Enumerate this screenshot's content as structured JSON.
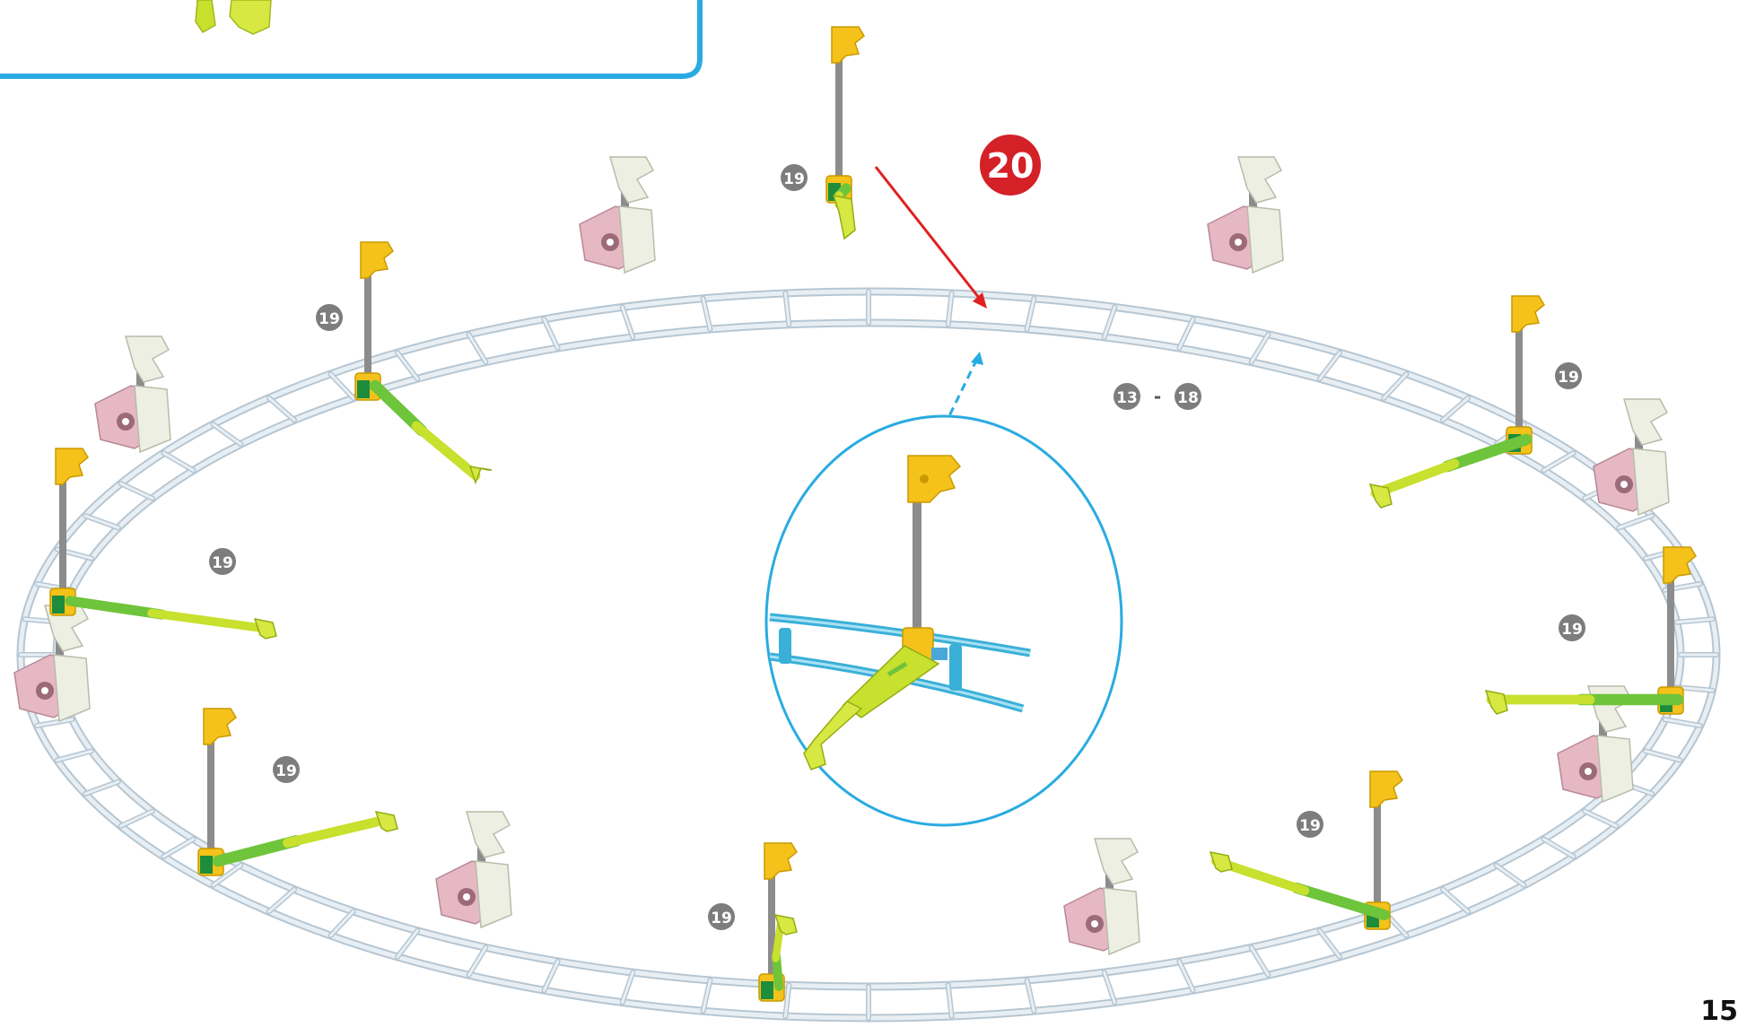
{
  "step_number": "20",
  "piece_labels": {
    "part": "19",
    "range_start": "13",
    "range_dash": "-",
    "range_end": "18"
  },
  "page_number": "15",
  "colors": {
    "step_badge": "#d42027",
    "step_badge_ring": "#ffffff",
    "part_circle": "#7d7d7d",
    "track_rail": "#e8eff4",
    "track_outline": "#b6c6d2",
    "detail_rail": "#3ab0d8",
    "callout_outline": "#29abe2",
    "red_arrow": "#e02020",
    "blue_dashed_arrow": "#29abe2",
    "rod_grey": "#8c8c8c",
    "connector_yellow": "#f4c21a",
    "rod_lime": "#c8e02e",
    "rod_green": "#6ec43a",
    "connector_green": "#1d8c3c",
    "seat_white": "#ecefe2",
    "seat_pink": "#e6b8c4"
  },
  "icons": {
    "track": "circular-track-rail",
    "arms": "lime-swing-arm",
    "seats": "white-pink-seat-assembly",
    "callout": "magnified-detail-circle"
  }
}
